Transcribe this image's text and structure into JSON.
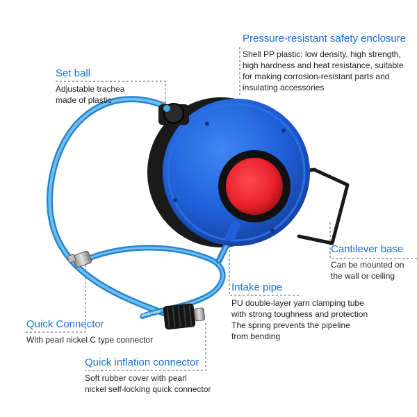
{
  "colors": {
    "title_blue": "#1c6fd6",
    "reel_blue": "#1f5fd8",
    "hub_red": "#e8202a",
    "hose_blue": "#3fa7e6"
  },
  "callouts": {
    "set_ball": {
      "title": "Set ball",
      "lines": [
        "Adjustable trachea",
        "made of plastic"
      ]
    },
    "enclosure": {
      "title": "Pressure-resistant safety enclosure",
      "lines": [
        "Shell PP plastic: low density, high strength,",
        "high hardness and heat resistance, suitable",
        "for making corrosion-resistant parts and",
        "insulating accessories"
      ]
    },
    "cantilever": {
      "title": "Cantilever base",
      "lines": [
        "Can be mounted on",
        "the wall or ceiling"
      ]
    },
    "intake": {
      "title": "Intake pipe",
      "lines": [
        "PU double-layer yarn clamping tube",
        "with strong toughness and protection",
        "The spring prevents the pipeline",
        "from bending"
      ]
    },
    "quick_connector": {
      "title": "Quick Connector",
      "lines": [
        "With pearl nickel C type connector"
      ]
    },
    "quick_inflation": {
      "title": "Quick inflation connector",
      "lines": [
        "Soft rubber cover with pearl",
        "nickel self-locking quick connector"
      ]
    }
  },
  "product": {
    "hose_print": "POLYURETHANE TUBE"
  }
}
